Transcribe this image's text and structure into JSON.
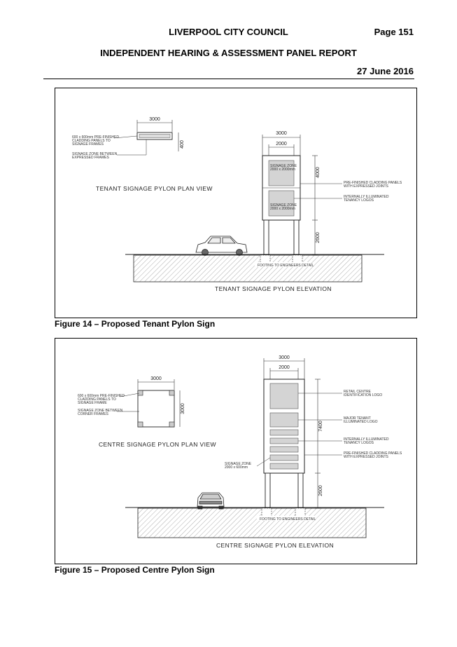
{
  "header": {
    "council": "LIVERPOOL CITY COUNCIL",
    "page": "Page 151",
    "panel": "INDEPENDENT HEARING & ASSESSMENT PANEL REPORT",
    "date": "27 June 2016"
  },
  "figure14": {
    "caption": "Figure 14 – Proposed Tenant Pylon Sign",
    "plan_title": "TENANT SIGNAGE PYLON PLAN VIEW",
    "elevation_title": "TENANT SIGNAGE PYLON ELEVATION",
    "plan_dim_width": "3000",
    "plan_dim_depth": "400",
    "elev_dim_overall": "3000",
    "elev_dim_panel": "2000",
    "elev_dim_sign_height": "4000",
    "elev_dim_post_height": "2600",
    "note_cladding_plan_1": "600 x 600mm PRE-FINISHED",
    "note_cladding_plan_2": "CLADDING PANELS TO",
    "note_cladding_plan_3": "SIGNAGE FRAMES",
    "note_zone_plan_1": "SIGNAGE ZONE BETWEEN",
    "note_zone_plan_2": "EXPRESSED FRAMES",
    "zone_label_1": "SIGNAGE ZONE",
    "zone_size_1": "2000 x 2000mm",
    "zone_label_2": "SIGNAGE ZONE",
    "zone_size_2": "2000 x 2000mm",
    "note_cladding_1": "PRE-FINISHED CLADDING PANELS",
    "note_cladding_2": "WITH EXPRESSED JOINTS",
    "note_logos_1": "INTERNALLY ILLUMINATED",
    "note_logos_2": "TENANCY LOGOS",
    "footing": "FOOTING TO ENGINEERS DETAIL"
  },
  "figure15": {
    "caption": "Figure 15 – Proposed Centre Pylon Sign",
    "plan_title": "CENTRE SIGNAGE PYLON PLAN VIEW",
    "elevation_title": "CENTRE SIGNAGE PYLON ELEVATION",
    "plan_dim_width": "3000",
    "plan_dim_depth": "3000",
    "elev_dim_overall": "3000",
    "elev_dim_panel": "2000",
    "elev_dim_sign_height": "7400",
    "elev_dim_post_height": "2600",
    "note_cladding_plan_1": "600 x 600mm PRE-FINISHED",
    "note_cladding_plan_2": "CLADDING PANELS TO",
    "note_cladding_plan_3": "SIGNAGE FRAME",
    "note_zone_plan_1": "SIGNAGE ZONE BETWEEN",
    "note_zone_plan_2": "CORNER FRAMES",
    "zone_label": "SIGNAGE ZONE",
    "zone_size": "2000 x 600mm",
    "note_centre_logo_1": "RETAIL CENTRE",
    "note_centre_logo_2": "IDENTIFICATION LOGO",
    "note_major_1": "MAJOR TENANT",
    "note_major_2": "ILLUMINATED LOGO",
    "note_logos_1": "INTERNALLY ILLUMINATED",
    "note_logos_2": "TENANCY LOGOS",
    "note_cladding_1": "PRE-FINISHED CLADDING PANELS",
    "note_cladding_2": "WITH EXPRESSED JOINTS",
    "footing": "FOOTING TO ENGINEERS DETAIL"
  }
}
